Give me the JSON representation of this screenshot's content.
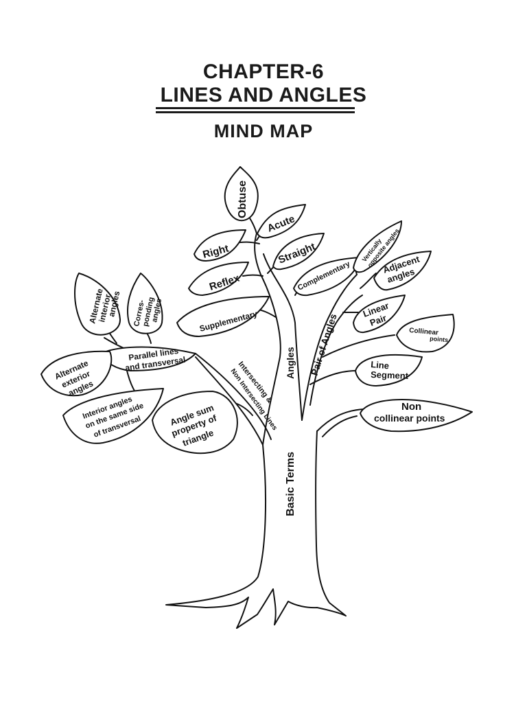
{
  "header": {
    "chapter": "CHAPTER-6",
    "subject": "LINES AND ANGLES",
    "subtitle": "MIND MAP"
  },
  "colors": {
    "ink": "#111111",
    "paper": "#ffffff"
  },
  "tree": {
    "trunk_label": "Basic Terms",
    "branches": {
      "angles": "Angles",
      "pair_of_angles": "Pair of Angles",
      "intersecting_line1": "Intersecting &",
      "intersecting_line2": "Non Intersecting Lines"
    },
    "leaves": {
      "obtuse": "Obtuse",
      "acute": "Acute",
      "right": "Right",
      "straight": "Straight",
      "reflex": "Reflex",
      "supplementary": "Supplementary",
      "complementary": "Complementary",
      "vertically_1": "Vertically",
      "vertically_2": "opposite angles",
      "adjacent_1": "Adjacent",
      "adjacent_2": "angles",
      "linear_1": "Linear",
      "linear_2": "Pair",
      "collinear_1": "Collinear",
      "collinear_2": "points",
      "line_segment_1": "Line",
      "line_segment_2": "Segment",
      "noncollinear_1": "Non",
      "noncollinear_2": "collinear points",
      "alt_interior_1": "Alternate",
      "alt_interior_2": "interior",
      "alt_interior_3": "angles",
      "corr_1": "Corres-",
      "corr_2": "ponding",
      "corr_3": "angles",
      "parallel_1": "Parallel lines",
      "parallel_2": "and transversal",
      "alt_exterior_1": "Alternate",
      "alt_exterior_2": "exterior",
      "alt_exterior_3": "angles",
      "interior_same_1": "Interior angles",
      "interior_same_2": "on the same side",
      "interior_same_3": "of transversal",
      "angle_sum_1": "Angle sum",
      "angle_sum_2": "property of",
      "angle_sum_3": "triangle"
    }
  }
}
